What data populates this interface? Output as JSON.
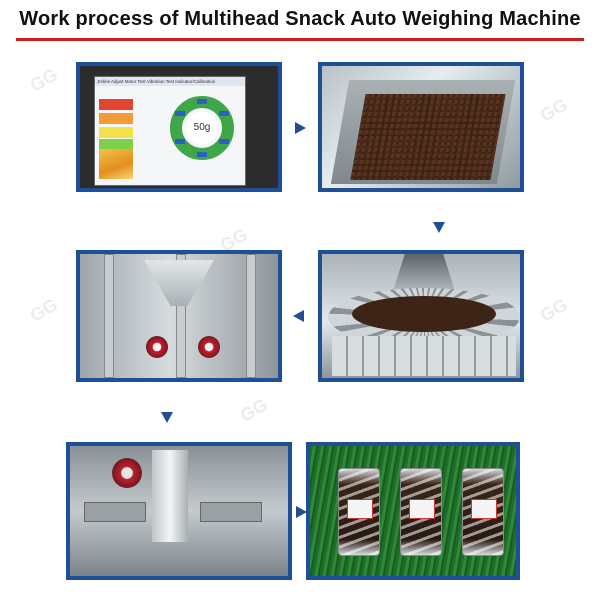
{
  "title": "Work process of Multihead Snack Auto Weighing Machine",
  "colors": {
    "accent_rule": "#c8201e",
    "frame_border": "#1f4f97",
    "arrow": "#1f4f97"
  },
  "screen": {
    "tabs": "Jmline Adjust Motor Test Vibration Test Indicator/Calibration",
    "ring_value": "50g"
  },
  "arrows": [
    "right-arrow",
    "down-arrow",
    "left-arrow",
    "down-arrow",
    "right-arrow"
  ],
  "watermark": "GG"
}
